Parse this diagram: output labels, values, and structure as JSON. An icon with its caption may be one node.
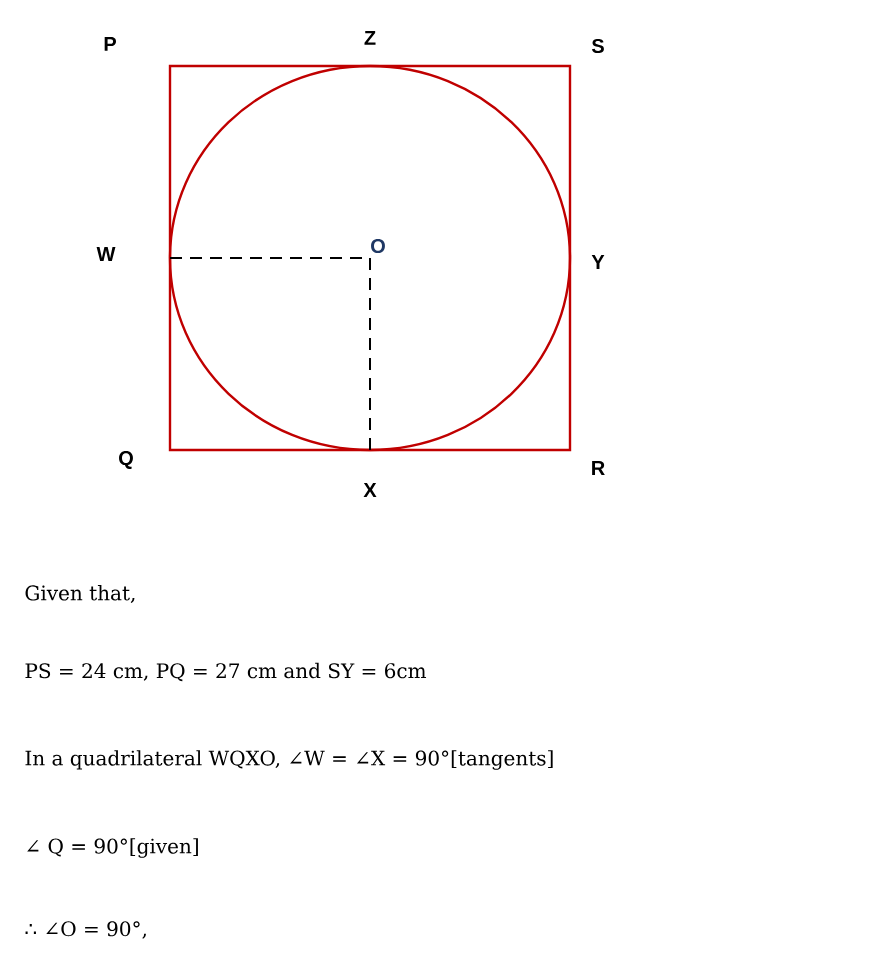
{
  "diagram": {
    "labels": [
      "P",
      "Z",
      "S",
      "W",
      "O",
      "Y",
      "Q",
      "X",
      "R",
      "Given that,",
      "PS = 24 cm, PQ = 27 cm and SY = 6cm",
      "In a quadrilateral WQXO, ∠W = ∠X = 90°[tangents]",
      "∠ Q = 90°[given]",
      "∴ ∠O = 90°,"
    ]
  }
}
